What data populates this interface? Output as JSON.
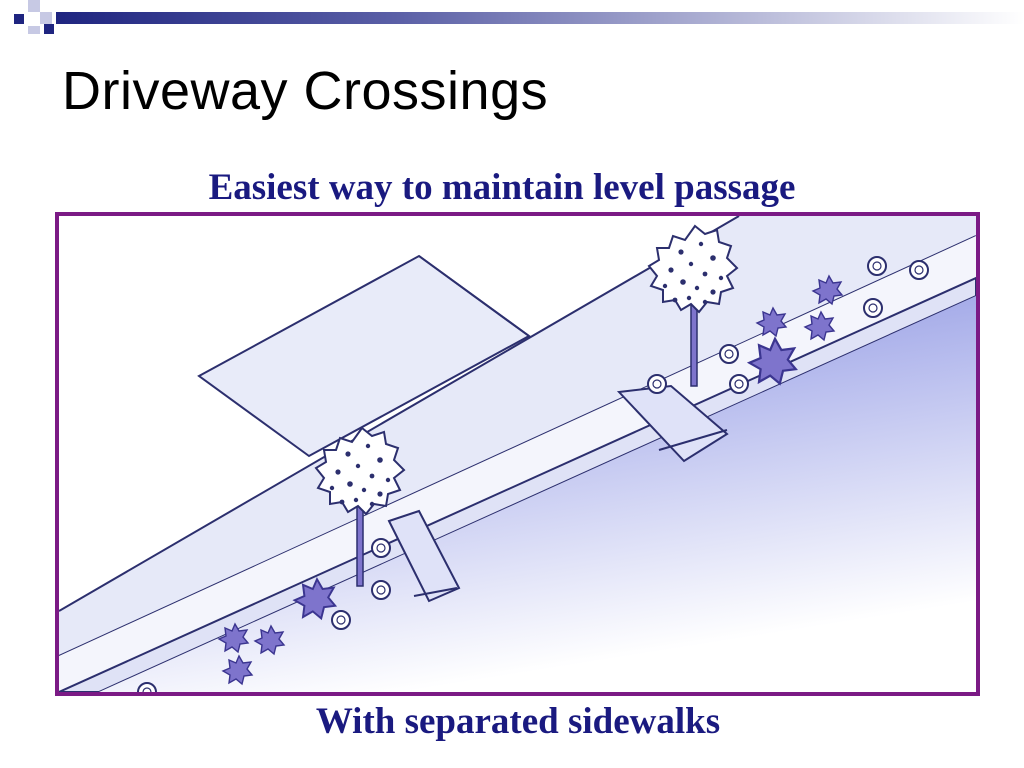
{
  "slide": {
    "title": "Driveway Crossings",
    "subtitle": "Easiest way to maintain level passage",
    "caption": "With separated sidewalks"
  },
  "figure": {
    "illustration": "driveway-crossing-illustration"
  },
  "colors": {
    "title": "#000000",
    "heading_text": "#1a1a80",
    "frame_border": "#7b1a85",
    "pavement_fill": "#e6e9f8",
    "road_fill": "#9aa1e3",
    "line_color": "#2c2f6e",
    "shrub_fill": "#7e74cc",
    "top_bar_dark": "#1f2580"
  }
}
